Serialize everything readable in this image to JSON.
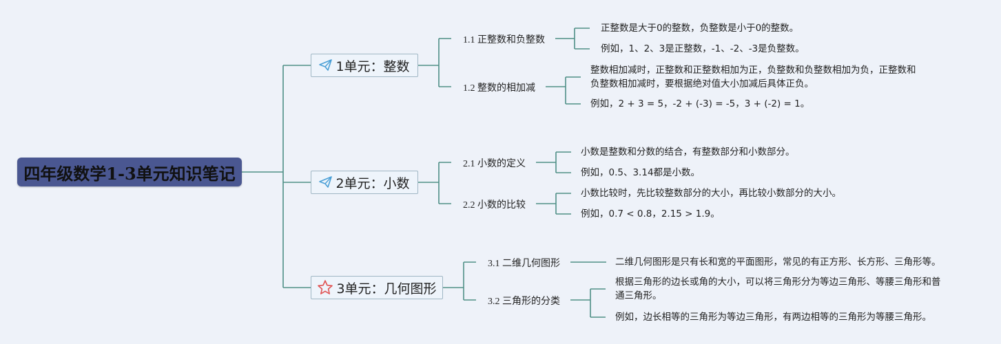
{
  "root": {
    "title": "四年级数学1-3单元知识笔记"
  },
  "units": [
    {
      "label": "1单元：整数",
      "icon": "paper-plane-icon",
      "topics": [
        {
          "label": "1.1 正整数和负整数",
          "notes": [
            [
              "正整数是大于0的整数，负整数是小于0的整数。"
            ],
            [
              "例如，1、2、3是正整数，-1、-2、-3是负整数。"
            ]
          ]
        },
        {
          "label": "1.2 整数的相加减",
          "notes": [
            [
              "整数相加减时，正整数和正整数相加为正，负整数和负整数相加为负，正整数和",
              "负整数相加减时，要根据绝对值大小加减后具体正负。"
            ],
            [
              "例如，2 + 3 = 5，-2 + (-3) = -5，3 + (-2) = 1。"
            ]
          ]
        }
      ]
    },
    {
      "label": "2单元：小数",
      "icon": "paper-plane-icon",
      "topics": [
        {
          "label": "2.1 小数的定义",
          "notes": [
            [
              "小数是整数和分数的结合，有整数部分和小数部分。"
            ],
            [
              "例如，0.5、3.14都是小数。"
            ]
          ]
        },
        {
          "label": "2.2 小数的比较",
          "notes": [
            [
              "小数比较时，先比较整数部分的大小，再比较小数部分的大小。"
            ],
            [
              "例如，0.7 < 0.8，2.15 > 1.9。"
            ]
          ]
        }
      ]
    },
    {
      "label": "3单元：几何图形",
      "icon": "star-icon",
      "topics": [
        {
          "label": "3.1 二维几何图形",
          "notes": [
            [
              "二维几何图形是只有长和宽的平面图形，常见的有正方形、长方形、三角形等。"
            ]
          ]
        },
        {
          "label": "3.2 三角形的分类",
          "notes": [
            [
              "根据三角形的边长或角的大小，可以将三角形分为等边三角形、等腰三角形和普",
              "通三角形。"
            ],
            [
              "例如，边长相等的三角形为等边三角形，有两边相等的三角形为等腰三角形。"
            ]
          ]
        }
      ]
    }
  ],
  "colors": {
    "line": "#4f8f86",
    "root_bg": "#4a5791",
    "unit_border": "#9fb6c4",
    "star": "#e05050",
    "plane": "#4a9fd6"
  }
}
